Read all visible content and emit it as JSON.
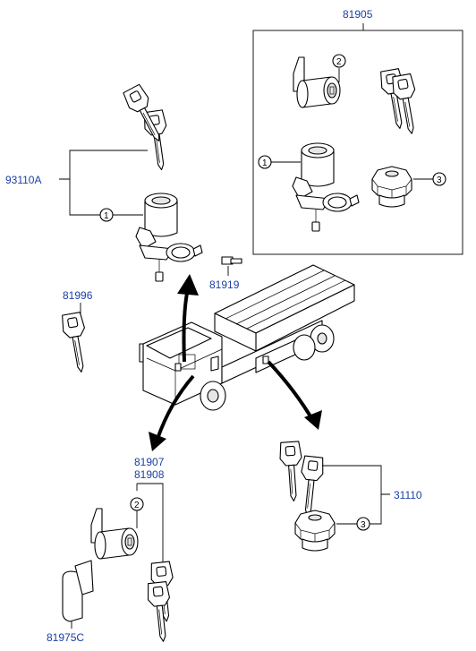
{
  "labels": {
    "p81905": "81905",
    "p93110A": "93110A",
    "p81919": "81919",
    "p81996": "81996",
    "p81907": "81907",
    "p81908": "81908",
    "p31110": "31110",
    "p81975C": "81975C"
  },
  "callouts": {
    "c1a": "1",
    "c1b": "1",
    "c2a": "2",
    "c2b": "2",
    "c3a": "3",
    "c3b": "3"
  }
}
